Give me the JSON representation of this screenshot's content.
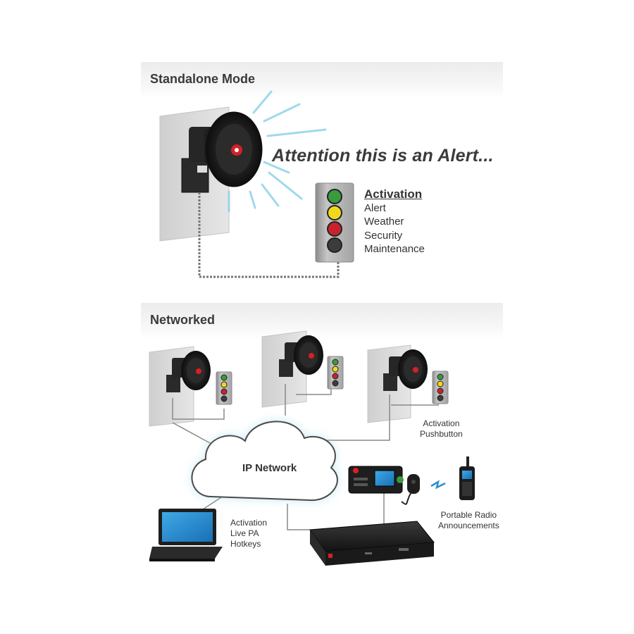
{
  "sections": {
    "standalone_title": "Standalone Mode",
    "networked_title": "Networked"
  },
  "standalone": {
    "alert_text": "Attention this is an Alert...",
    "activation": {
      "title": "Activation",
      "items": [
        "Alert",
        "Weather",
        "Security",
        "Maintenance"
      ]
    }
  },
  "networked": {
    "cloud_label": "IP Network",
    "pushbutton_label": [
      "Activation",
      "Pushbutton"
    ],
    "radio_label": [
      "Portable Radio",
      "Announcements"
    ],
    "laptop_label": [
      "Activation",
      "Live PA",
      "Hotkeys"
    ]
  },
  "colors": {
    "green": "#3a9a3e",
    "yellow": "#f2d81c",
    "red": "#c8232c",
    "dark": "#3c3c3c",
    "wave": "#8fd3ea",
    "brand_red": "#d62027"
  }
}
